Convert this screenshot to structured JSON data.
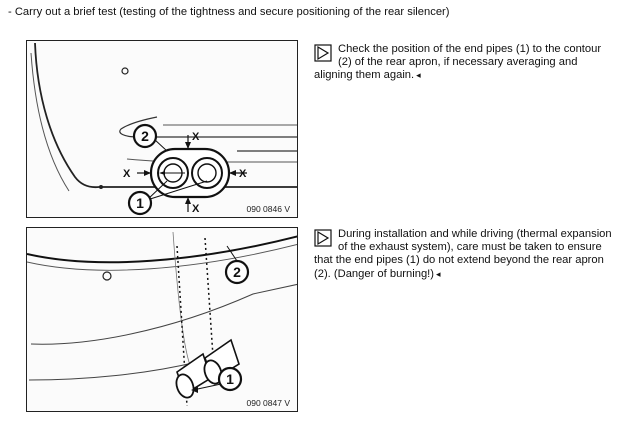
{
  "intro": {
    "text": "-   Carry out a brief test (testing of the tightness and secure positioning of the rear silencer)"
  },
  "figure_top": {
    "code": "090 0846 V",
    "callouts": [
      "1",
      "2"
    ],
    "markers": [
      "X",
      "X",
      "X",
      "X"
    ]
  },
  "figure_bottom": {
    "code": "090 0847 V",
    "callouts": [
      "1",
      "2"
    ]
  },
  "note_top": {
    "text": "Check the position of the end pipes (1) to the contour (2) of the rear apron, if necessary averaging and aligning them again.",
    "end_marker": "◂",
    "icon": "note-arrow-icon"
  },
  "note_bottom": {
    "text": "During installation and while driving (thermal expansion of the exhaust system), care must be taken to ensure that the end pipes (1) do not extend beyond the rear apron (2). (Danger of burning!)",
    "end_marker": "◂",
    "icon": "note-arrow-icon"
  }
}
